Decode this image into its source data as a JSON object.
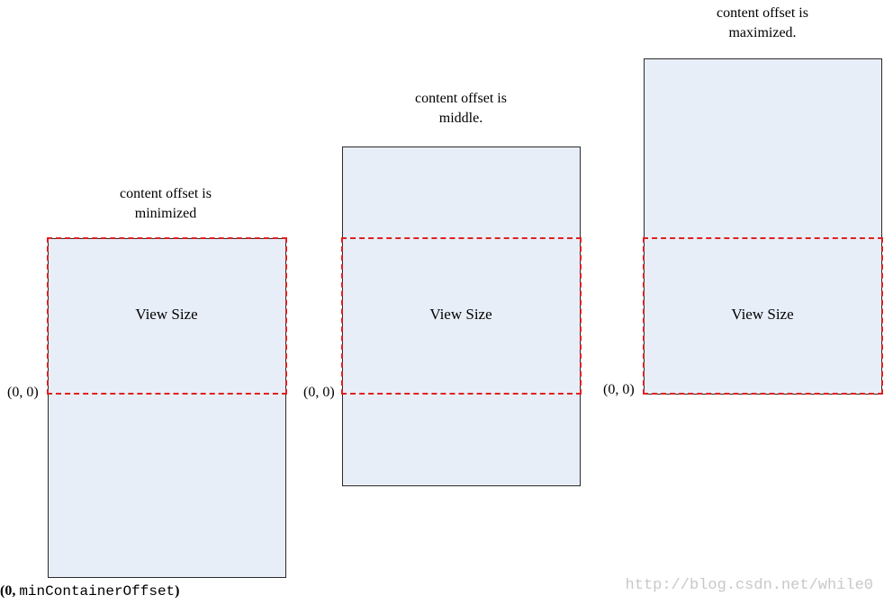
{
  "panels": [
    {
      "caption_line1": "content offset is",
      "caption_line2": "minimized",
      "view_label": "View Size",
      "origin_label": "(0, 0)"
    },
    {
      "caption_line1": "content offset is",
      "caption_line2": "middle.",
      "view_label": "View Size",
      "origin_label": "(0, 0)"
    },
    {
      "caption_line1": "content offset is",
      "caption_line2": "maximized.",
      "view_label": "View Size",
      "origin_label": "(0, 0)"
    }
  ],
  "bottom_label": {
    "prefix": "(0, ",
    "name": "minContainerOffset",
    "suffix": ")"
  },
  "watermark": "http://blog.csdn.net/while0",
  "colors": {
    "content_fill": "#e8eef8",
    "view_border": "#e02020",
    "content_border": "#2a2a2a"
  }
}
